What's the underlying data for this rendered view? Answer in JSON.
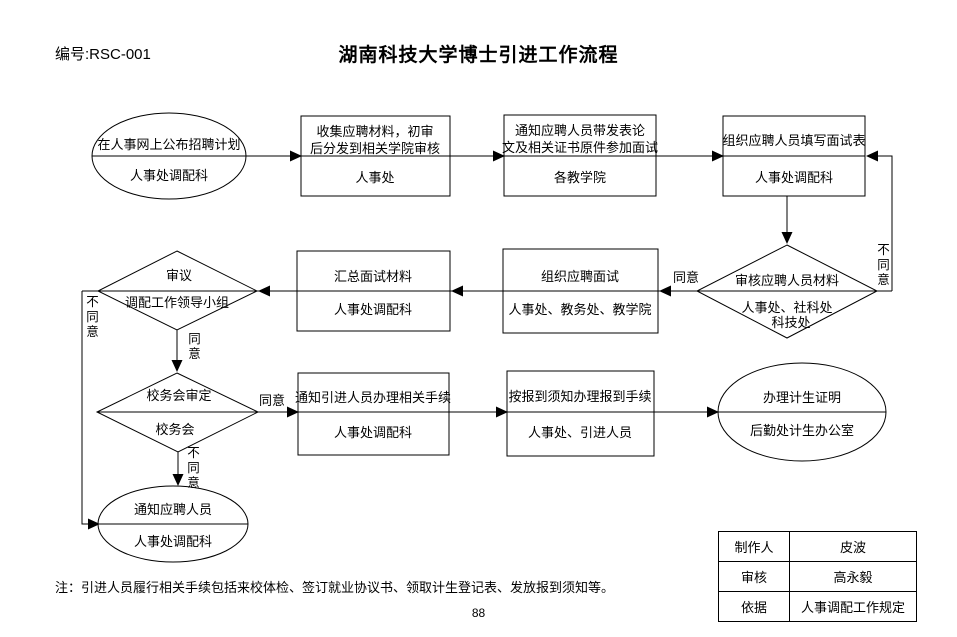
{
  "header": {
    "code": "编号:RSC-001",
    "title": "湖南科技大学博士引进工作流程"
  },
  "flow": {
    "publish_plan": {
      "title": "在人事网上公布招聘计划",
      "dept": "人事处调配科"
    },
    "collect_materials": {
      "title_line1": "收集应聘材料，初审",
      "title_line2": "后分发到相关学院审核",
      "dept": "人事处"
    },
    "notify_exam": {
      "title_line1": "通知应聘人员带发表论",
      "title_line2": "文及相关证书原件参加面试",
      "dept": "各教学院"
    },
    "fill_interview_form": {
      "title": "组织应聘人员填写面试表",
      "dept": "人事处调配科"
    },
    "review_materials": {
      "title": "审核应聘人员材料",
      "dept_line1": "人事处、社科处",
      "dept_line2": "科技处"
    },
    "organize_interview": {
      "title": "组织应聘面试",
      "dept": "人事处、教务处、教学院"
    },
    "summarize_interview": {
      "title": "汇总面试材料",
      "dept": "人事处调配科"
    },
    "deliberation": {
      "title": "审议",
      "dept": "调配工作领导小组"
    },
    "council_review": {
      "title": "校务会审定",
      "dept": "校务会"
    },
    "notify_procedure": {
      "title": "通知引进人员办理相关手续",
      "dept": "人事处调配科"
    },
    "checkin": {
      "title": "按报到须知办理报到手续",
      "dept": "人事处、引进人员"
    },
    "family_planning_cert": {
      "title": "办理计生证明",
      "dept": "后勤处计生办公室"
    },
    "notify_applicant": {
      "title": "通知应聘人员",
      "dept": "人事处调配科"
    },
    "labels": {
      "agree": "同意",
      "disagree": "不同意"
    }
  },
  "note": "注：引进人员履行相关手续包括来校体检、签订就业协议书、领取计生登记表、发放报到须知等。",
  "info_table": {
    "rows": [
      {
        "label": "制作人",
        "value": "皮波"
      },
      {
        "label": "审核",
        "value": "高永毅"
      },
      {
        "label": "依据",
        "value": "人事调配工作规定"
      }
    ]
  },
  "page_number": "88",
  "colors": {
    "ink": "#000000",
    "background": "#ffffff"
  }
}
